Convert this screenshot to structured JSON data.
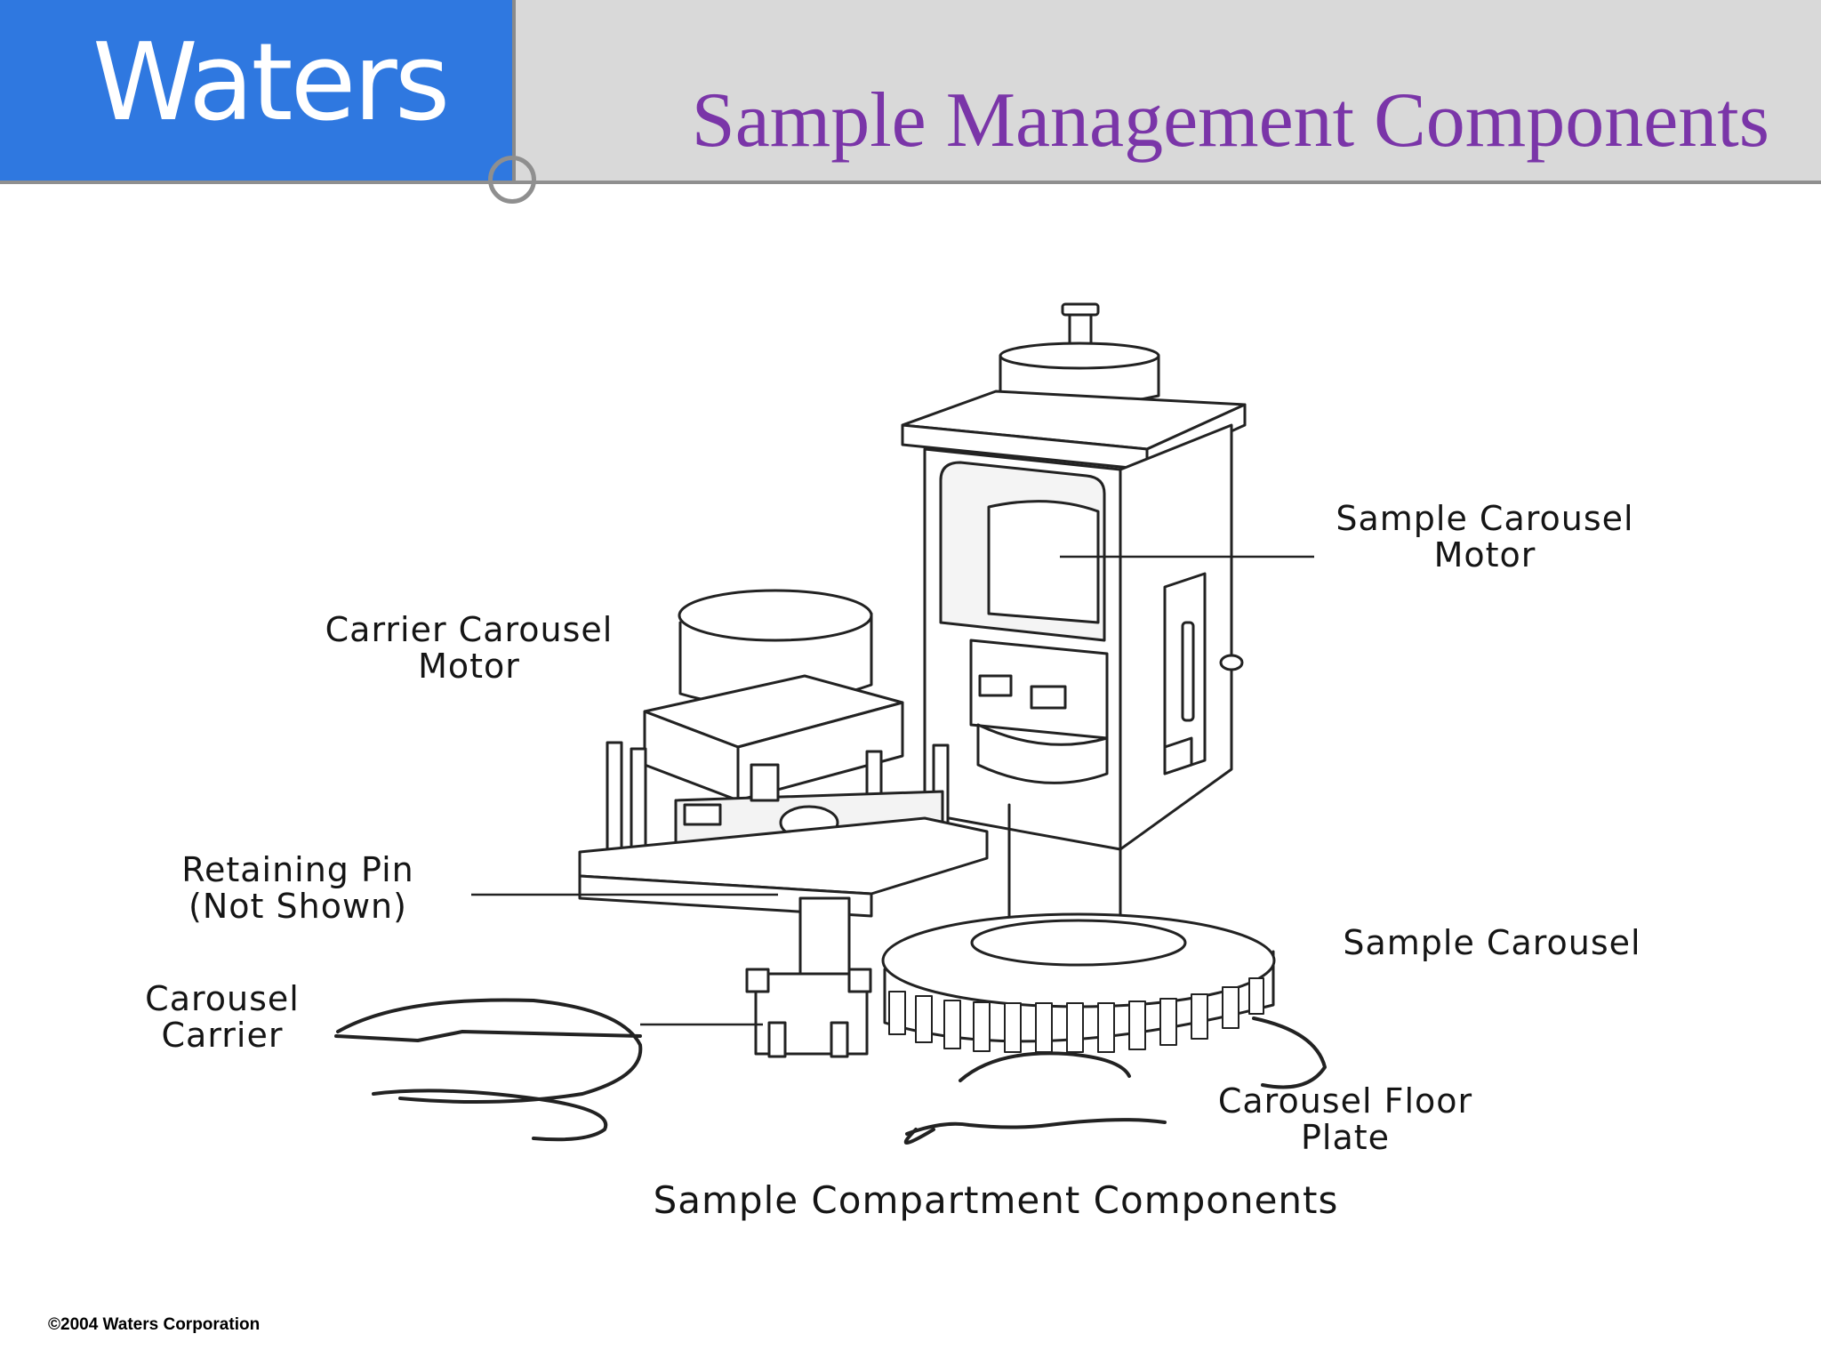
{
  "header": {
    "logo_text": "Waters",
    "title": "Sample Management Components"
  },
  "diagram": {
    "labels": {
      "sample_carousel_motor": "Sample Carousel\nMotor",
      "carrier_carousel_motor": "Carrier Carousel\nMotor",
      "retaining_pin": "Retaining Pin\n(Not Shown)",
      "sample_carousel": "Sample Carousel",
      "carousel_carrier": "Carousel\nCarrier",
      "carousel_floor_plate": "Carousel Floor\nPlate"
    },
    "caption": "Sample Compartment Components"
  },
  "footer": {
    "copyright": "©2004 Waters Corporation"
  },
  "colors": {
    "logo_blue": "#2f78e0",
    "header_gray": "#d9d9d9",
    "title_purple": "#7a35a8",
    "rule_gray": "#8f8f8f"
  }
}
